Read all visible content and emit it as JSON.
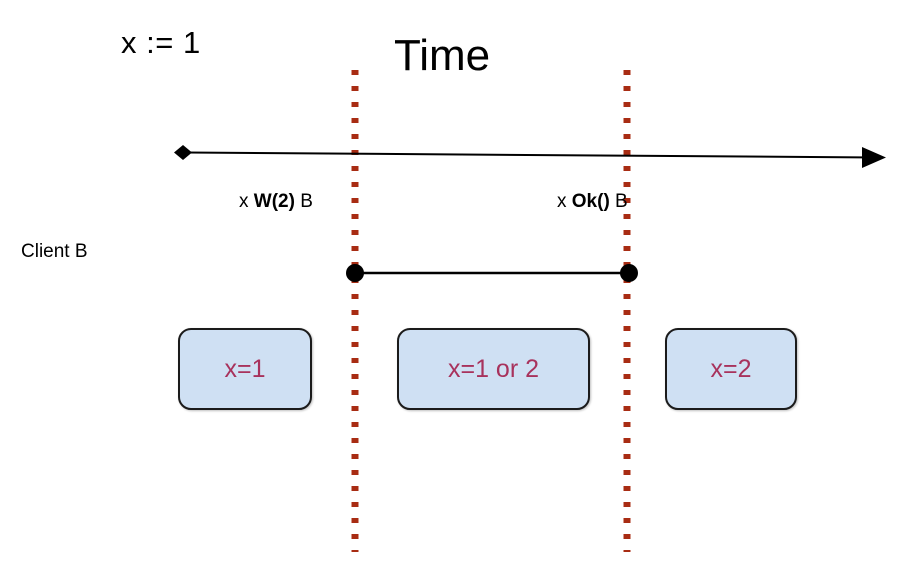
{
  "diagram": {
    "title_label": "Time",
    "assignment_label": "x := 1",
    "actor_label": "Client B",
    "operations": [
      {
        "id": "write",
        "prefix": "x ",
        "emphasis": "W(2)",
        "suffix": " B"
      },
      {
        "id": "ok",
        "prefix": "x ",
        "emphasis": "Ok()",
        "suffix": " B"
      }
    ],
    "state_boxes": [
      {
        "id": "before",
        "text": "x=1"
      },
      {
        "id": "during",
        "text": "x=1 or 2"
      },
      {
        "id": "after",
        "text": "x=2"
      }
    ],
    "colors": {
      "box_fill": "#cfe0f3",
      "box_border": "#1b1b1b",
      "box_text": "#a8325c",
      "dotted_line": "#a82c13",
      "axis": "#000000",
      "background": "#ffffff"
    },
    "axis": {
      "start_marker": "diamond",
      "end_marker": "arrow"
    },
    "interval": {
      "start_marker": "filled-circle",
      "end_marker": "filled-circle"
    }
  }
}
